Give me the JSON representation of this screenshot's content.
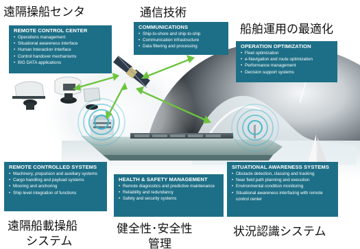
{
  "labels_jp": {
    "remote_control_center": "遠隔操船センタ",
    "communications": "通信技術",
    "operation_optimization": "船舶運用の最適化",
    "remote_controlled_systems_line1": "遠隔船載操船",
    "remote_controlled_systems_line2": "システム",
    "health_safety_line1": "健全性･安全性",
    "health_safety_line2": "管理",
    "situational_awareness": "状況認識システム"
  },
  "panels": {
    "remote_control_center": {
      "title": "REMOTE CONTROL CENTER",
      "items": [
        "Operations management",
        "Situational awareness interface",
        "Human Interaction Interface",
        "Control handover mechanisms",
        "BIG DATA applications"
      ]
    },
    "communications": {
      "title": "COMMUNICATIONS",
      "items": [
        "Ship-to-shore and ship-to-ship",
        "Communication infrastructure",
        "Data filtering and processing"
      ]
    },
    "operation_optimization": {
      "title": "OPERATION OPTIMIZATION",
      "items": [
        "Fleet optimization",
        "e-Navigation and route optimization",
        "Performance management",
        "Decision support systems"
      ]
    },
    "remote_controlled_systems": {
      "title": "REMOTE CONTROLLED SYSTEMS",
      "items": [
        "Machinery, propulsion and auxiliary systems",
        "Cargo handling and payload systems",
        "Mooring and anchoring",
        "Ship level integration of functions"
      ]
    },
    "health_safety": {
      "title": "HEALTH & SAFETY MANAGEMENT",
      "items": [
        "Remote diagnostics and predictive maintenance",
        "Reliability and redundancy",
        "Safety and security systems"
      ]
    },
    "situational_awareness": {
      "title": "SITUATIONAL AWARENESS SYSTEMS",
      "items": [
        "Obstacle detection, classing and tracking",
        "Near field path planning and execution",
        "Environmental condition monitoring",
        "Situational awareness interfacing with remote control center"
      ]
    }
  },
  "colors": {
    "panel": "#1d6f87",
    "arrow": "#6cc43c",
    "ring": "#3fb3c9",
    "ship_hull": "#9fb6b4"
  }
}
